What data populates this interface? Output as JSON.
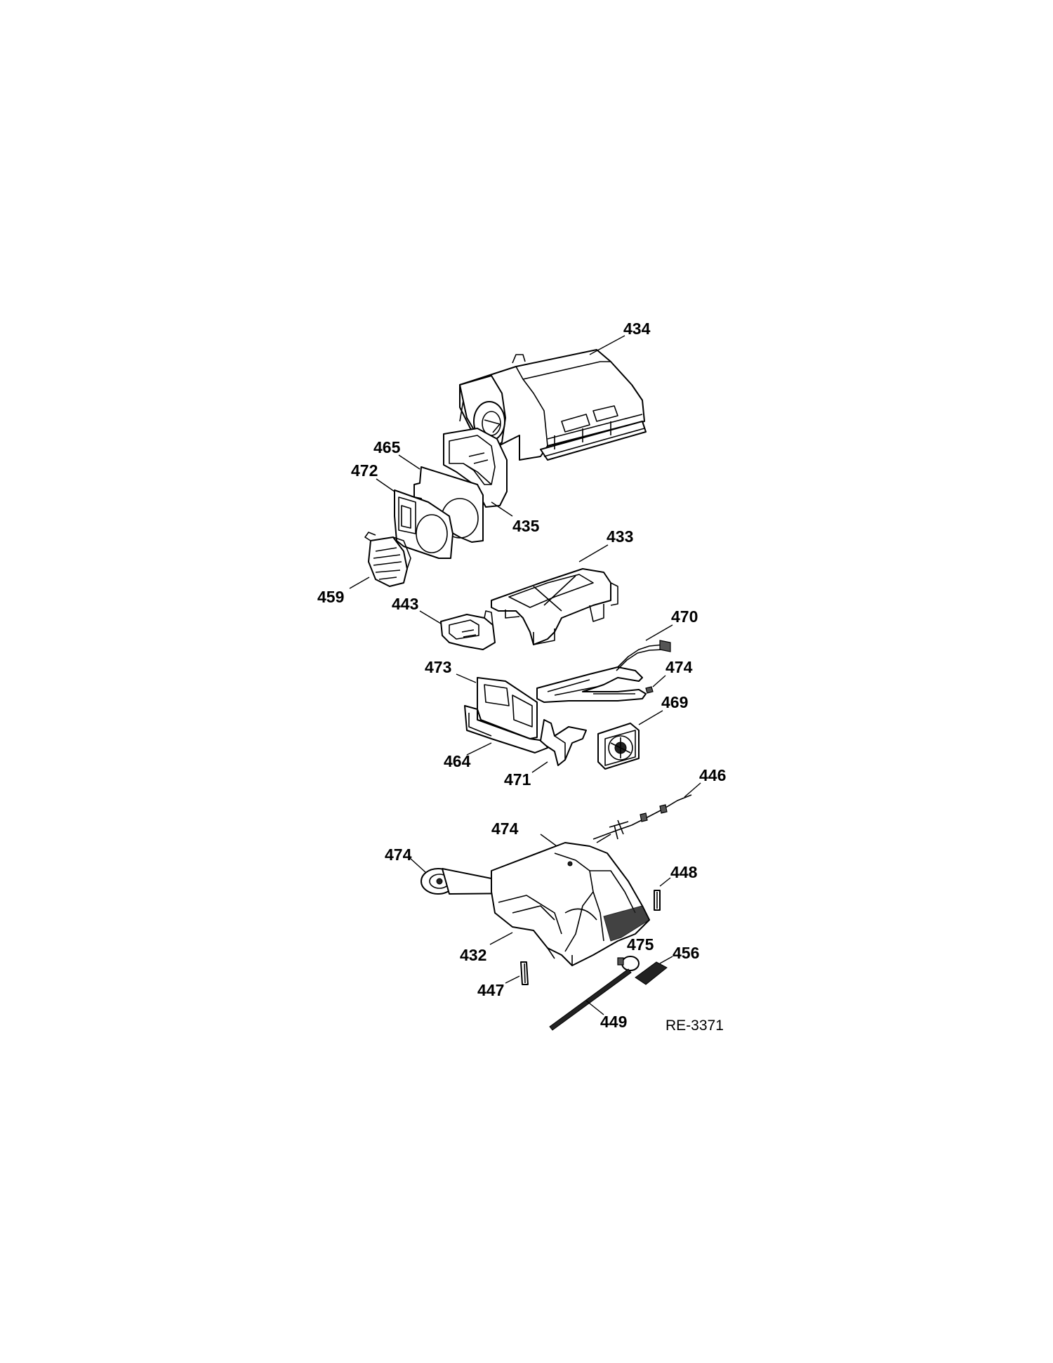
{
  "diagram": {
    "drawing_id": "RE-3371",
    "callouts": {
      "c434": "434",
      "c465": "465",
      "c472": "472",
      "c435": "435",
      "c433": "433",
      "c459": "459",
      "c443": "443",
      "c470": "470",
      "c474a": "474",
      "c473": "473",
      "c469": "469",
      "c464": "464",
      "c471": "471",
      "c446": "446",
      "c474b": "474",
      "c474c": "474",
      "c448": "448",
      "c432": "432",
      "c475": "475",
      "c456": "456",
      "c447": "447",
      "c449": "449"
    }
  }
}
